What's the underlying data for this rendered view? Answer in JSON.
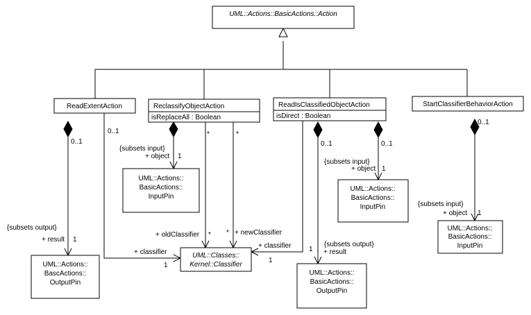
{
  "superclass": {
    "name": "UML::Actions::BasicActions::Action"
  },
  "classes": {
    "read_extent": {
      "name": "ReadExtentAction"
    },
    "reclassify": {
      "name": "ReclassifyObjectAction",
      "attribute": "isReplaceAll : Boolean"
    },
    "read_is_classified": {
      "name": "ReadIsClassifiedObjectAction",
      "attribute": "isDirect : Boolean"
    },
    "start_classifier_behavior": {
      "name": "StartClassifierBehaviorAction"
    }
  },
  "pins": {
    "output_pin_1": {
      "lines": [
        "UML::Actions::",
        "BascActions::",
        "OutputPin"
      ]
    },
    "input_pin_1": {
      "lines": [
        "UML::Actions::",
        "BasicActions::",
        "InputPin"
      ]
    },
    "input_pin_2": {
      "lines": [
        "UML::Actions::",
        "BasicActions::",
        "InputPin"
      ]
    },
    "output_pin_2": {
      "lines": [
        "UML::Actions::",
        "BasicActions::",
        "OutputPin"
      ]
    },
    "input_pin_3": {
      "lines": [
        "UML::Actions::",
        "BasicActions::",
        "InputPin"
      ]
    }
  },
  "classifier": {
    "lines": [
      "UML::Classes::",
      "Kernel::Classifier"
    ]
  },
  "labels": {
    "re_mult_result_end": "0..1",
    "re_mult_classifier_end": "0..1",
    "re_subsets_output": "{subsets output}",
    "re_role_result": "+ result",
    "re_mult_result": "1",
    "re_role_classifier": "+ classifier",
    "re_mult_classifier": "1",
    "ro_subsets_input": "{subsets input}",
    "ro_role_object": "+ object",
    "ro_mult_object": "1",
    "ro_star_old_top": "*",
    "ro_star_new_top": "*",
    "ro_role_old": "+ oldClassifier",
    "ro_star_old_bottom": "*",
    "ro_star_new_bottom": "*",
    "ro_role_new": "+ newClassifier",
    "ric_role_classifier": "+ classifier",
    "ric_mult_classifier_top": "1",
    "ric_mult_classifier_bottom": "1",
    "ric_mult_result_end": "0..1",
    "ric_mult_object_end": "0..1",
    "ric_subsets_input": "{subsets input}",
    "ric_role_object": "+ object",
    "ric_mult_object": "1",
    "ric_subsets_output": "{subsets output}",
    "ric_role_result": "+ result",
    "scb_mult_end": "0..1",
    "scb_subsets_input": "{subsets input}",
    "scb_role_object": "+ object",
    "scb_mult_object": "1"
  }
}
